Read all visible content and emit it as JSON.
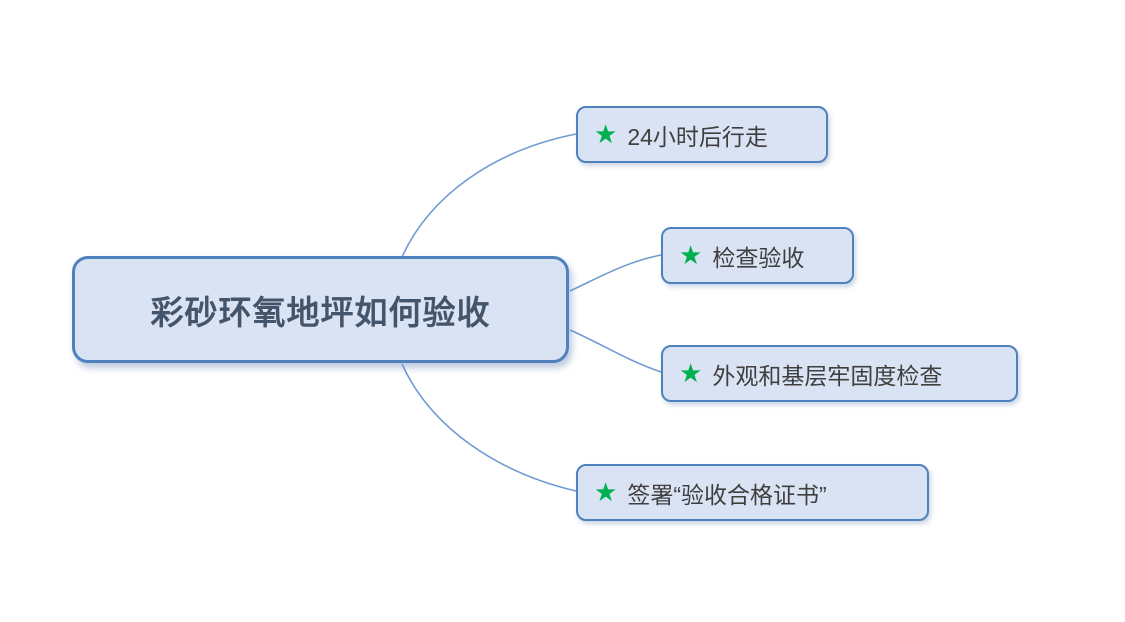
{
  "central_topic": {
    "label": "彩砂环氧地坪如何验收"
  },
  "subtopics": [
    {
      "label": "24小时后行走",
      "icon": "star-icon"
    },
    {
      "label": "检查验收",
      "icon": "star-icon"
    },
    {
      "label": "外观和基层牢固度检查",
      "icon": "star-icon"
    },
    {
      "label": "签署“验收合格证书”",
      "icon": "star-icon"
    }
  ],
  "icons": {
    "star_glyph": "★"
  },
  "colors": {
    "node_border": "#4f81bd",
    "node_fill": "#dae3f3",
    "central_text": "#44546a",
    "subtopic_text": "#3f3f3f",
    "star_green": "#00b050",
    "connector": "#6f9bd1",
    "background": "#ffffff"
  }
}
